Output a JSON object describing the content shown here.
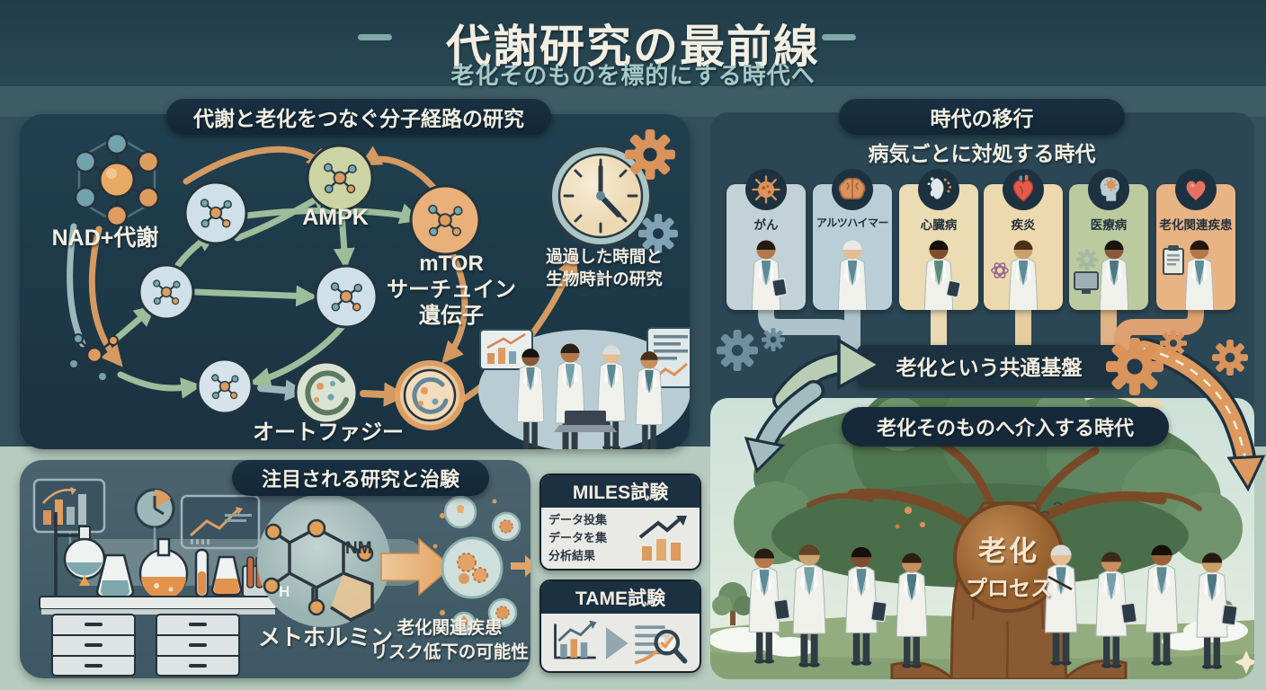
{
  "header": {
    "title": "代謝研究の最前線",
    "subtitle": "老化そのものを標的にする時代へ"
  },
  "colors": {
    "background_top": "#24424e",
    "panel_navy": "#1e3545",
    "pill_navy": "#152a3c",
    "accent_orange": "#d9975e",
    "accent_green": "#9dbd9b",
    "sage_band": "#b7ccc0"
  },
  "pathway_panel": {
    "heading": "代謝と老化をつなぐ分子経路の研究",
    "label_nad": "NAD+代謝",
    "label_ampk": "AMPK",
    "label_mtor_line1": "mTOR",
    "label_mtor_line2": "サーチュイン",
    "label_mtor_line3": "遺伝子",
    "label_autophagy": "オートファジー",
    "clock_caption_line1": "過過した時間と",
    "clock_caption_line2": "生物時計の研究"
  },
  "trials_panel": {
    "heading": "注目される研究と治験",
    "metformin_label": "メトホルミン",
    "molecule_text_nm": "NM",
    "molecule_text_h": "H",
    "outcome_line1": "老化関連疾患",
    "outcome_line2": "リスク低下の可能性",
    "miles": {
      "title": "MILES試験",
      "lines": [
        "データ投集",
        "データを集",
        "分析結果"
      ]
    },
    "tame": {
      "title": "TAME試験"
    }
  },
  "transition_panel": {
    "heading": "時代の移行",
    "era_before": "病気ごとに対処する時代",
    "cards": [
      {
        "label": "がん",
        "icon": "cancer-cell-icon",
        "color": "#c3d2d6"
      },
      {
        "label": "アルツハイマー",
        "icon": "brain-icon",
        "color": "#b9ced6"
      },
      {
        "label": "心臓病",
        "icon": "heart-splash-icon",
        "color": "#ecdcb4"
      },
      {
        "label": "疾炎",
        "icon": "anatomical-heart-icon",
        "color": "#ecd9ad"
      },
      {
        "label": "医療病",
        "icon": "head-virus-icon",
        "color": "#bccaa0"
      },
      {
        "label": "老化関連疾患",
        "icon": "heart-icon",
        "color": "#e9b483"
      }
    ],
    "banner": "老化という共通基盤",
    "era_after": "老化そのものへ介入する時代",
    "tree_label_line1": "老化",
    "tree_label_line2": "プロセス"
  }
}
